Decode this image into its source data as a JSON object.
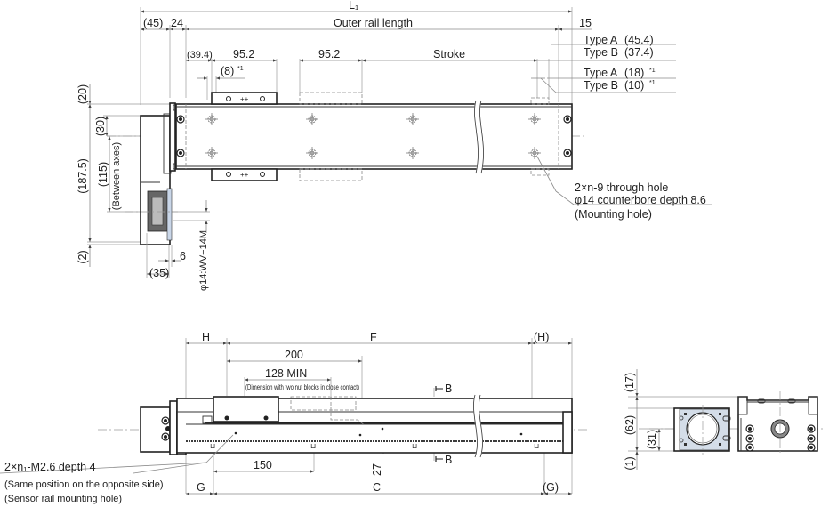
{
  "diagram": {
    "title": "Linear actuator dimensional drawing",
    "top_view": {
      "overall_length": "L₁",
      "motor_offset": "(45)",
      "coupling_width": "24",
      "outer_rail_length": "Outer rail length",
      "end_offset": "15",
      "first_pitch_offset": "(39.4)",
      "pitch_1": "95.2",
      "pitch_2": "95.2",
      "stroke": "Stroke",
      "block_offset": "(8)",
      "block_offset_note": "*1",
      "end_types": [
        {
          "type": "Type A",
          "value": "(45.4)"
        },
        {
          "type": "Type B",
          "value": "(37.4)"
        }
      ],
      "end_offsets_note": [
        {
          "type": "Type A",
          "value": "(18)",
          "note": "*1"
        },
        {
          "type": "Type B",
          "value": "(10)",
          "note": "*1"
        }
      ],
      "vertical_dims": {
        "top_gap": "(20)",
        "rail_top": "(30)",
        "between_axes_value": "(115)",
        "between_axes_label": "(Between axes)",
        "overall_height": "(187.5)",
        "bottom_gap": "(2)"
      },
      "motor_dims": {
        "motor_width": "(35)",
        "belt_offset": "6",
        "pulley_spec": "φ14:WV−14M"
      },
      "mounting_hole_note": {
        "line1": "2×n-9 through hole",
        "line2": "φ14 counterbore depth 8.6",
        "line3": "(Mounting hole)"
      }
    },
    "side_view": {
      "h_left": "H",
      "f_span": "F",
      "h_right": "(H)",
      "block_pitch": "200",
      "min_dim": "128 MIN",
      "min_dim_note": "(Dimension with two nut blocks in close contact)",
      "section_marker_top": "B",
      "section_marker_bottom": "B",
      "sensor_pitch": "150",
      "height_27": "27",
      "g_left": "G",
      "c_span": "C",
      "g_right": "(G)",
      "sensor_note": {
        "line1": "2×n₁-M2.6 depth 4",
        "line2": "(Same position on the opposite side)",
        "line3": "(Sensor rail mounting hole)"
      }
    },
    "end_view": {
      "top_dim": "(17)",
      "height_dim": "(62)",
      "center_dim": "(31)",
      "bottom_dim": "(1)"
    },
    "colors": {
      "line": "#222222",
      "dimension": "#8a8a8a",
      "motor_plate_fill": "#d4dde8",
      "background": "#ffffff"
    }
  }
}
